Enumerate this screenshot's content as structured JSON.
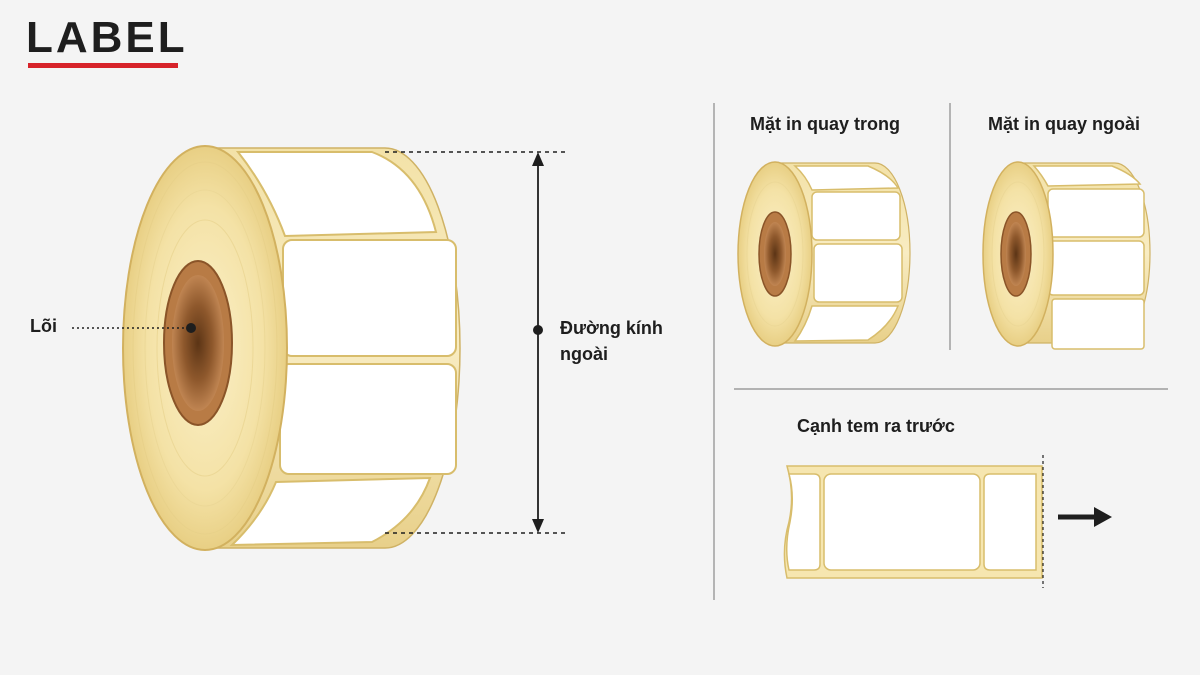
{
  "logo": {
    "text": "LABEL",
    "brand_color": "#d7232a"
  },
  "main_roll": {
    "core_label": "Lõi",
    "diameter_label_line1": "Đường kính",
    "diameter_label_line2": "ngoài"
  },
  "winding": {
    "inside_title": "Mặt in quay trong",
    "outside_title": "Mặt in quay ngoài"
  },
  "feed": {
    "title": "Cạnh tem ra trước"
  },
  "colors": {
    "backing": "#f6e6b0",
    "backing_edge": "#d8bd6c",
    "core": "#a86a3a",
    "label": "#ffffff",
    "ink": "#1e1e1e"
  }
}
